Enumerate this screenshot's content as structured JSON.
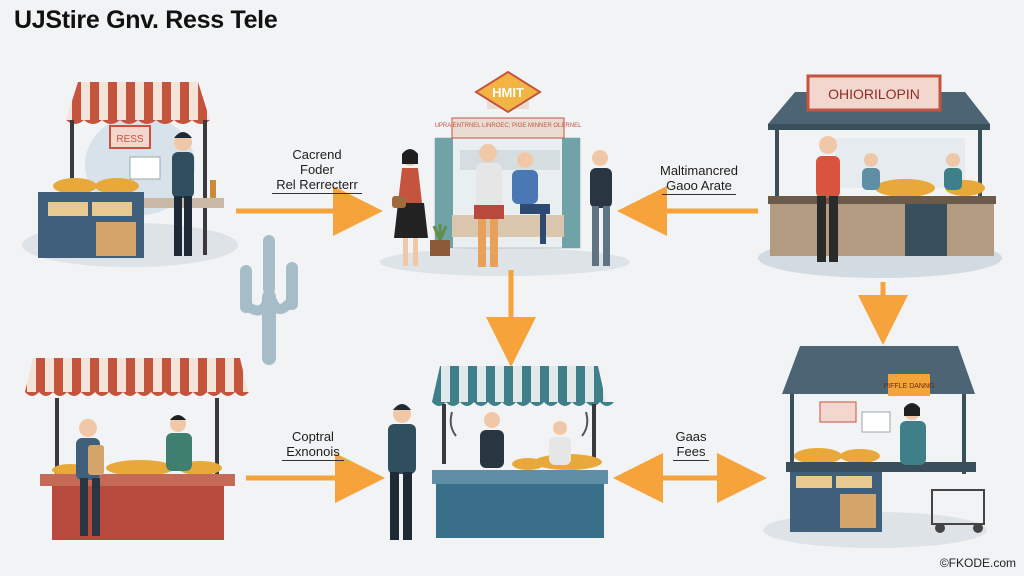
{
  "title": "UJStire Gnv. Ress Tele",
  "credit": "©FKODE.com",
  "stalls": {
    "top_left": {
      "sign": "RESS"
    },
    "top_center": {
      "logo": "HMIT",
      "sign": "UPRA ENTRNEL LINROEC; PIGE MINNER OLERNEL"
    },
    "top_right": {
      "sign": "OHIORILOPIN"
    },
    "bottom_right": {
      "sign": "PIFFLE DANNG"
    }
  },
  "labels": {
    "top_left_arrow": [
      "Cacrend",
      "Foder",
      "Rel Rerrecterr"
    ],
    "top_right_arrow": [
      "Maltimancred",
      "Gaoo Arate"
    ],
    "bottom_left_arrow": [
      "Coptral",
      "Exnonois"
    ],
    "bottom_right_arrow": [
      "Gaas",
      "Fees"
    ]
  },
  "colors": {
    "arrow": "#f5a33a",
    "awning_red": "#c5543f",
    "awning_teal": "#3f7f8a",
    "roof_slate": "#4c6473",
    "counter_blue": "#3f5f7a",
    "counter_red": "#b8493d",
    "snacks": "#e8a93a"
  }
}
